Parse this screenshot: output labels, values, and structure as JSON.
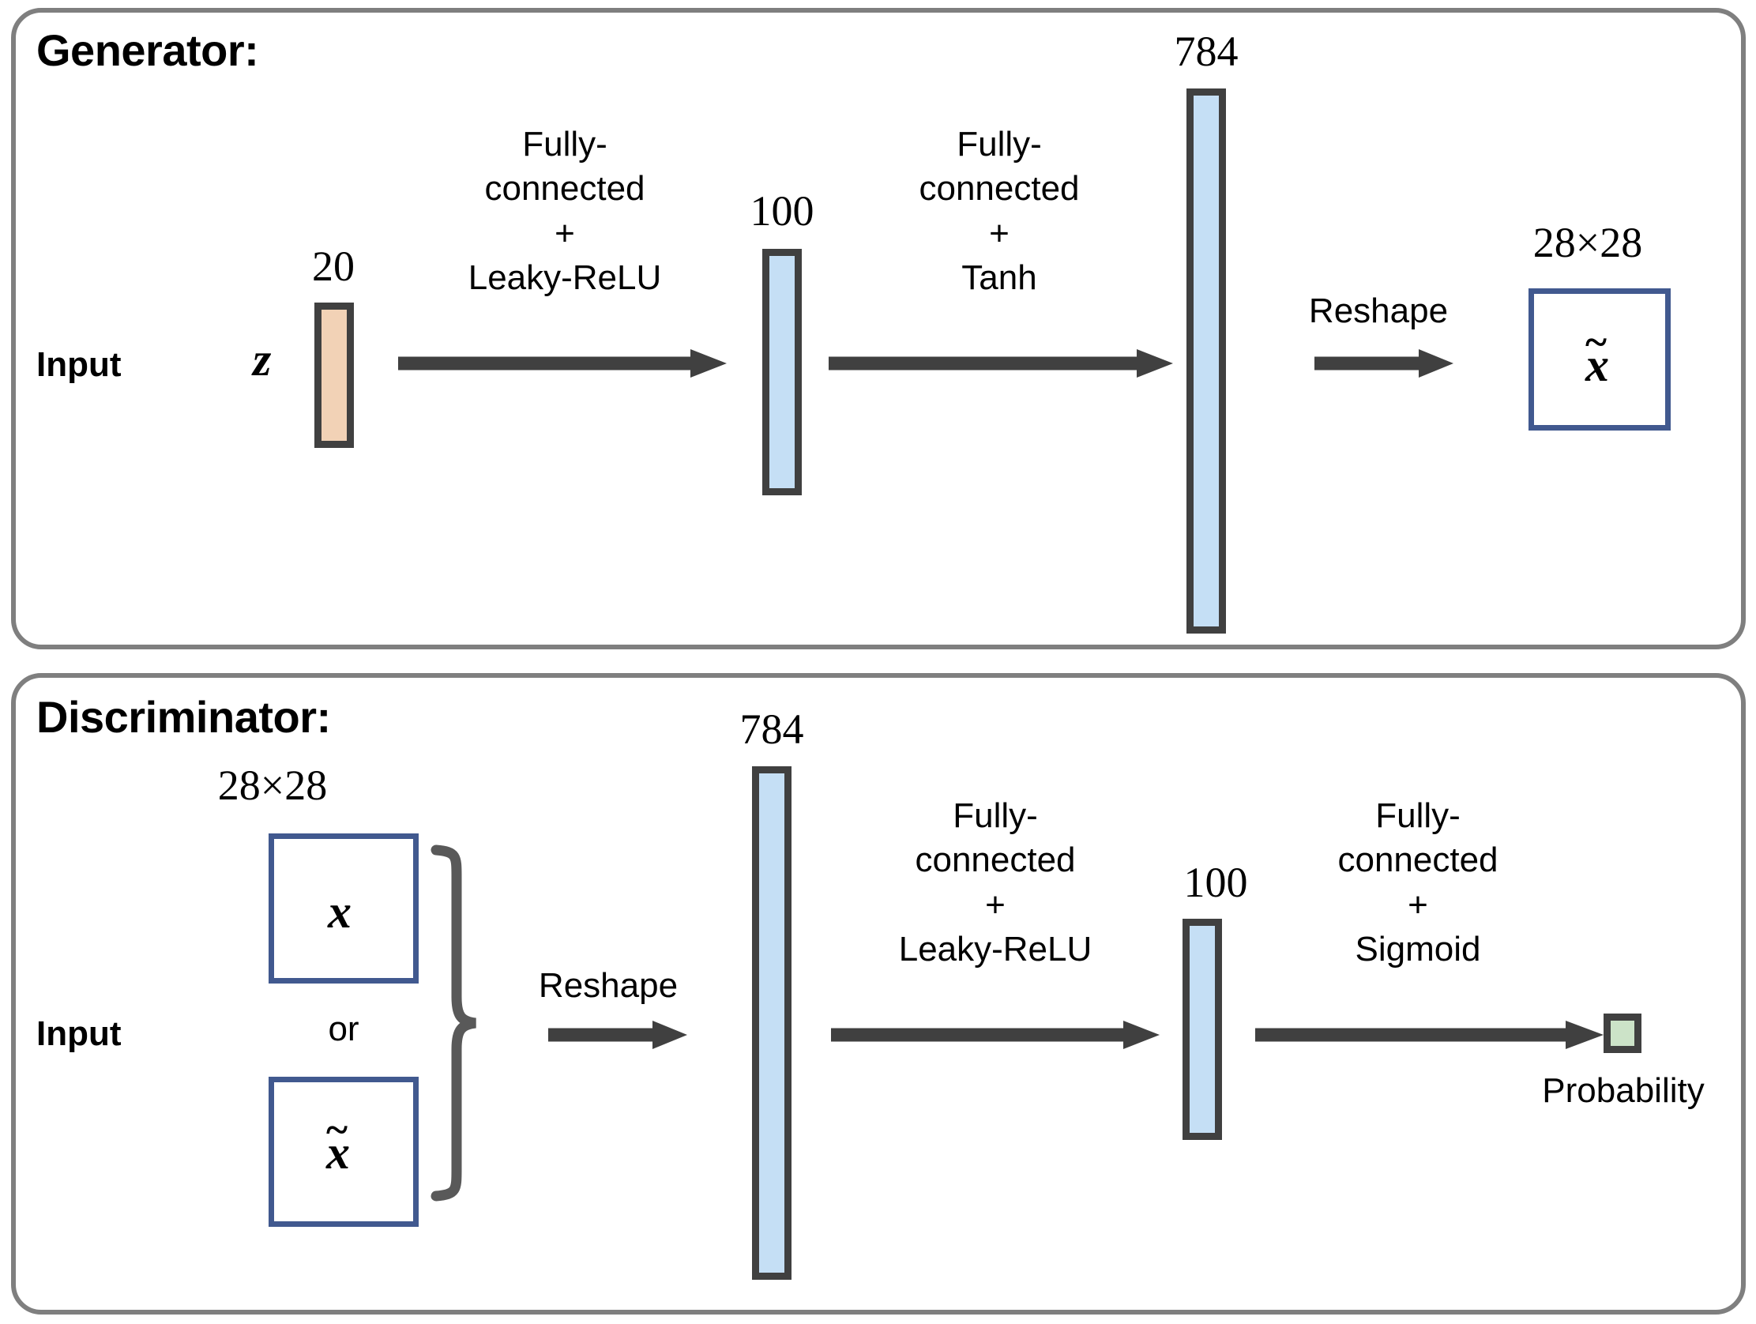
{
  "generator": {
    "title": "Generator:",
    "input_label": "Input",
    "latent_symbol": "z",
    "latent_size": "20",
    "op1": "Fully-\nconnected\n+\nLeaky-ReLU",
    "hidden_size": "100",
    "op2": "Fully-\nconnected\n+\nTanh",
    "output_vector_size": "784",
    "reshape_label": "Reshape",
    "image_shape": "28×28",
    "output_symbol": "x",
    "output_symbol_tilde": "~"
  },
  "discriminator": {
    "title": "Discriminator:",
    "input_label": "Input",
    "image_shape": "28×28",
    "real_symbol": "x",
    "or_label": "or",
    "fake_symbol": "x",
    "fake_symbol_tilde": "~",
    "reshape_label": "Reshape",
    "flat_size": "784",
    "op1": "Fully-\nconnected\n+\nLeaky-ReLU",
    "hidden_size": "100",
    "op2": "Fully-\nconnected\n+\nSigmoid",
    "output_label": "Probability"
  },
  "colors": {
    "panel_border": "#7f7f7f",
    "bar_border": "#404040",
    "bar_blue": "#c5dff5",
    "bar_tan": "#f2d2b6",
    "bar_green": "#cce3c8",
    "image_box_border": "#41598f",
    "arrow": "#404040",
    "text": "#000000"
  }
}
